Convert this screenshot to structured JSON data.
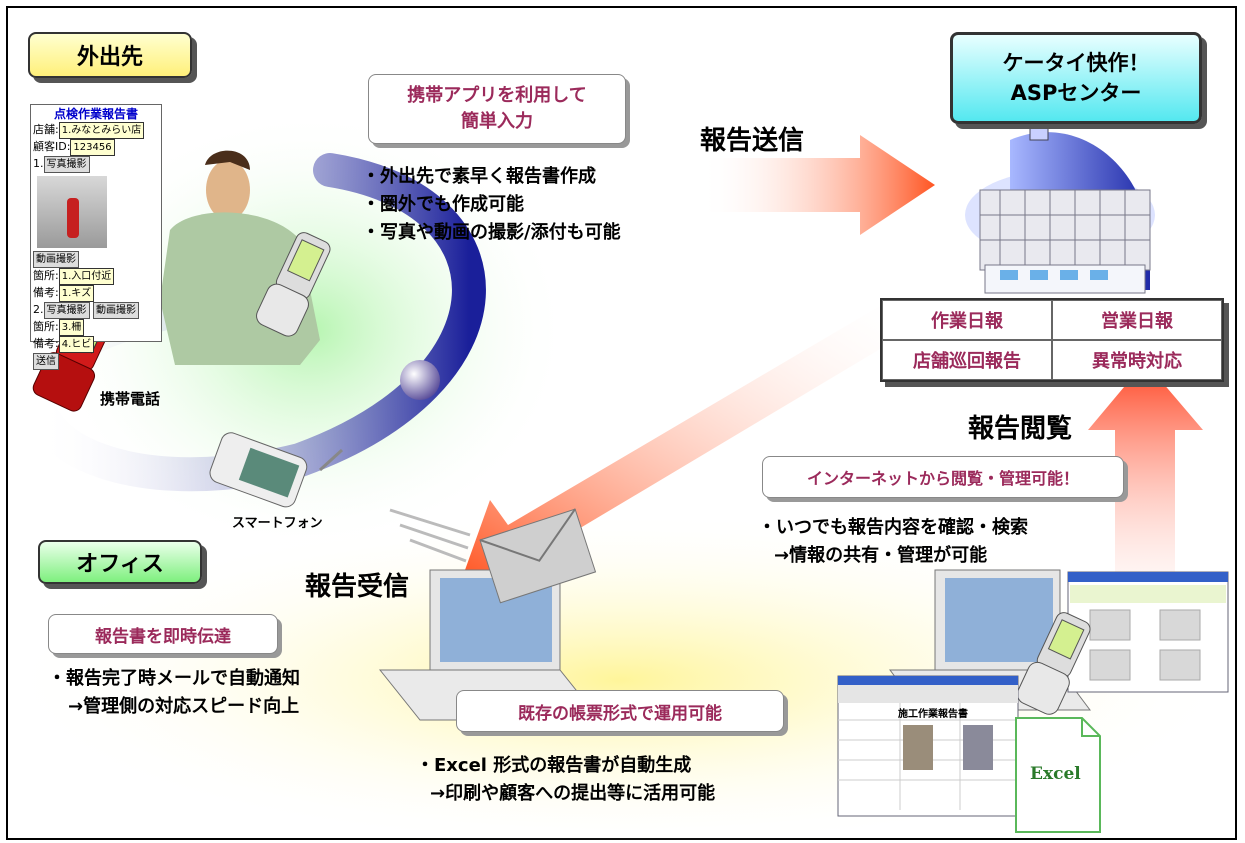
{
  "labels": {
    "outside": "外出先",
    "office": "オフィス",
    "center_line1": "ケータイ快作！",
    "center_line2": "ASPセンター"
  },
  "callouts": {
    "app_line1": "携帯アプリを利用して",
    "app_line2": "簡単入力",
    "report_instant": "報告書を即時伝達",
    "existing_format": "既存の帳票形式で運用可能",
    "internet": "インターネットから閲覧・管理可能！"
  },
  "flows": {
    "send": "報告送信",
    "receive": "報告受信",
    "view": "報告閲覧"
  },
  "bullets": {
    "outside": [
      "・外出先で素早く報告書作成",
      "・圏外でも作成可能",
      "・写真や動画の撮影/添付も可能"
    ],
    "office_line1": "・報告完了時メールで自動通知",
    "office_line2": "→管理側の対応スピード向上",
    "excel_line1": "・Excel 形式の報告書が自動生成",
    "excel_line2": "→印刷や顧客への提出等に活用可能",
    "internet_line1": "・いつでも報告内容を確認・検索",
    "internet_line2": "→情報の共有・管理が可能"
  },
  "report_types": [
    "作業日報",
    "営業日報",
    "店舗巡回報告",
    "異常時対応"
  ],
  "devices": {
    "phone": "携帯電話",
    "smartphone": "スマートフォン"
  },
  "form": {
    "title": "点検作業報告書",
    "store_label": "店舗:",
    "store_value": "1.みなとみらい店",
    "customer_label": "顧客ID:",
    "customer_value": "123456",
    "item1": "1.",
    "photo_btn": "写真撮影",
    "video_btn": "動画撮影",
    "place_label": "箇所:",
    "place_value": "1.入口付近",
    "note_label": "備考:",
    "note_value": "1.キズ",
    "item2": "2.",
    "place2_value": "3.柵",
    "note2_value": "4.ヒビ",
    "send_btn": "送信"
  },
  "excel_icon": "Excel",
  "sheet_title": "施工作業報告書"
}
